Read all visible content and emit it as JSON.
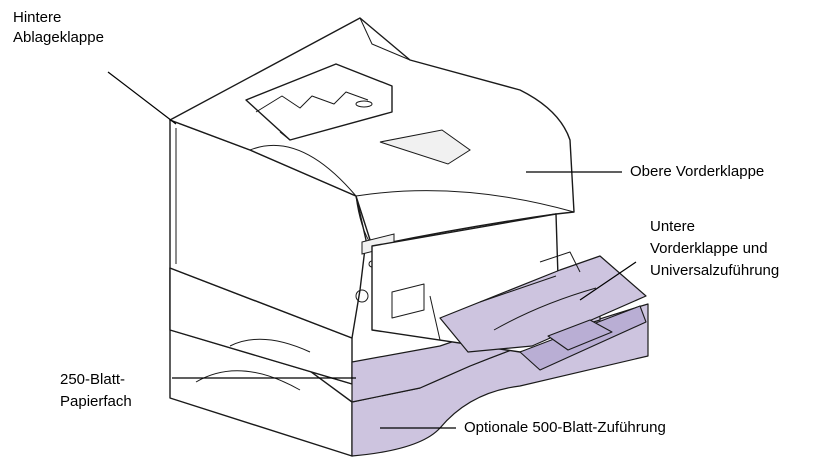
{
  "labels": {
    "rear_tray_door": [
      "Hintere",
      "Ablageklappe"
    ],
    "upper_front_door": [
      "Obere Vorderklappe"
    ],
    "lower_front_door": [
      "Untere",
      "Vorderklappe und",
      "Universalzuführung"
    ],
    "tray_250": [
      "250-Blatt-",
      "Papierfach"
    ],
    "feeder_500": [
      "Optionale 500-Blatt-Zuführung"
    ]
  },
  "colors": {
    "highlight": "#cdc4df",
    "outline": "#1a1a1a"
  }
}
